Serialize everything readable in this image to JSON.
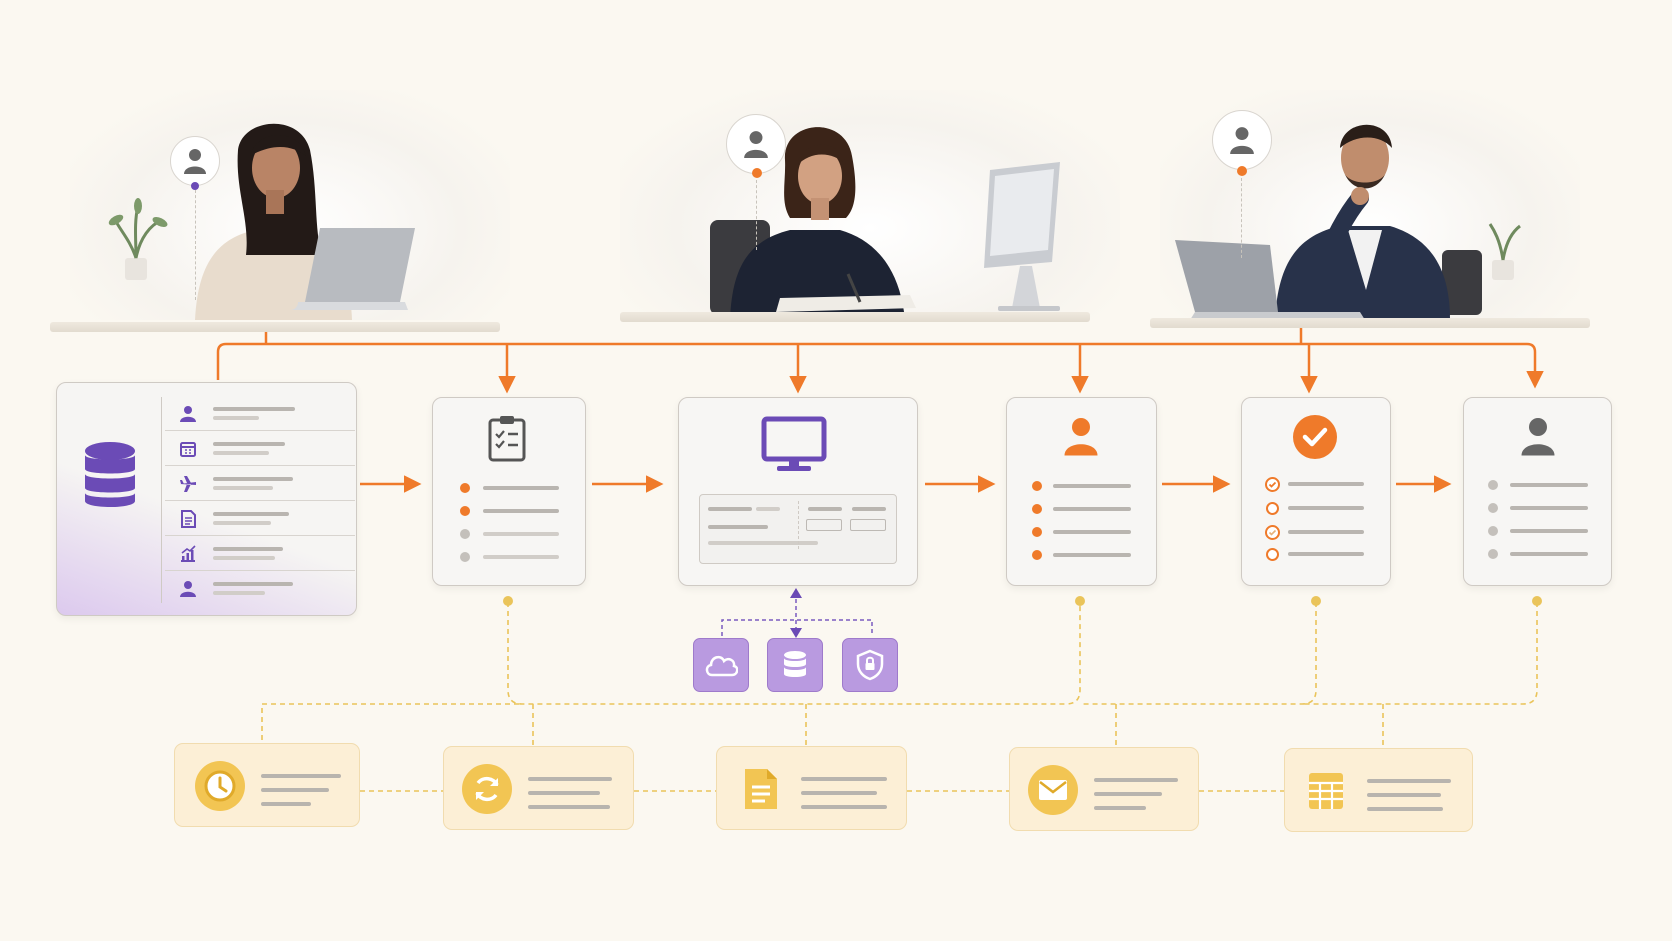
{
  "colors": {
    "background": "#fbf8f1",
    "orange": "#ef7a2a",
    "purple": "#6b4bb6",
    "lavender": "#b99ae0",
    "yellow": "#f2c553",
    "gray_icon": "#666666"
  },
  "people": [
    {
      "name": "person-woman-laptop",
      "badge_dot_color": "#6b4bb6"
    },
    {
      "name": "person-woman-writing",
      "badge_dot_color": "#ef7a2a"
    },
    {
      "name": "person-man-laptop",
      "badge_dot_color": "#ef7a2a"
    }
  ],
  "cards": [
    {
      "name": "database-card",
      "icon": "database-icon"
    },
    {
      "name": "checklist-card",
      "icon": "clipboard-icon"
    },
    {
      "name": "monitor-card",
      "icon": "monitor-icon"
    },
    {
      "name": "user-card-orange",
      "icon": "user-icon"
    },
    {
      "name": "approval-card",
      "icon": "check-circle-icon"
    },
    {
      "name": "user-card-gray",
      "icon": "user-icon"
    }
  ],
  "database_rows": [
    "user-icon",
    "calendar-icon",
    "plane-icon",
    "document-icon",
    "chart-icon",
    "user-icon"
  ],
  "services": [
    "cloud-icon",
    "database-icon",
    "shield-lock-icon"
  ],
  "bottom_tiles": [
    "clock-icon",
    "sync-icon",
    "document-icon",
    "mail-icon",
    "spreadsheet-icon"
  ]
}
